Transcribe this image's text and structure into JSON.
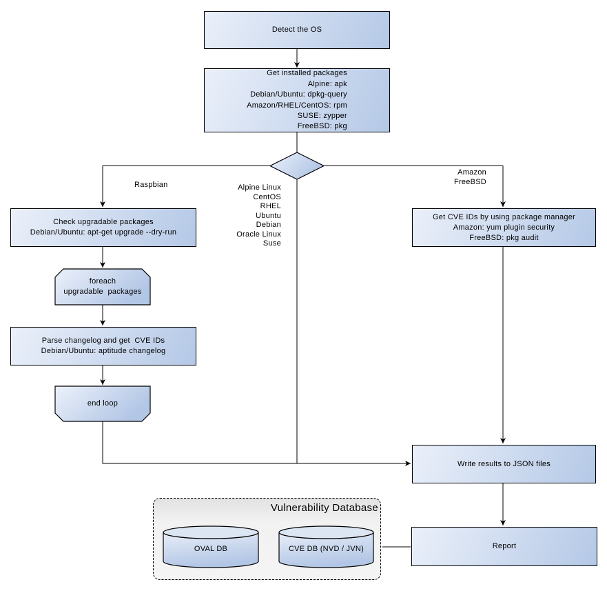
{
  "diagram": {
    "type": "flowchart",
    "topic": "OS package vulnerability scan flow"
  },
  "nodes": {
    "detect_os": {
      "label": "Detect the OS"
    },
    "get_installed_packages": {
      "label": "Get installed packages\nAlpine: apk\nDebian/Ubuntu: dpkg-query\nAmazon/RHEL/CentOS: rpm\nSUSE: zypper\nFreeBSD: pkg"
    },
    "check_upgradable": {
      "label": "Check upgradable packages\nDebian/Ubuntu: apt-get upgrade --dry-run"
    },
    "foreach_loop": {
      "label": "foreach\nupgradable  packages"
    },
    "parse_changelog": {
      "label": "Parse changelog and get  CVE IDs\nDebian/Ubuntu: aptitude changelog"
    },
    "end_loop": {
      "label": "end loop"
    },
    "get_cve_ids": {
      "label": "Get CVE IDs by using package manager\nAmazon: yum plugin security\nFreeBSD: pkg audit"
    },
    "write_json": {
      "label": "Write results to JSON files"
    },
    "report": {
      "label": "Report"
    }
  },
  "edge_labels": {
    "raspbian": "Raspbian",
    "center_os_list": "Alpine Linux\nCentOS\nRHEL\nUbuntu\nDebian\nOracle Linux\nSuse",
    "amazon_freebsd": "Amazon\nFreeBSD"
  },
  "database": {
    "title": "Vulnerability Database",
    "cylinders": [
      {
        "label": "OVAL DB"
      },
      {
        "label": "CVE DB (NVD / JVN)"
      }
    ]
  },
  "colors": {
    "shape_fill_light": "#ebf0fa",
    "shape_fill_blue": "#b4c8e6",
    "cylinder_top": "#dce5f2",
    "stroke": "#000000",
    "panel_bg_top": "#e2e2e2",
    "panel_bg_bottom": "#f4f4f4"
  }
}
